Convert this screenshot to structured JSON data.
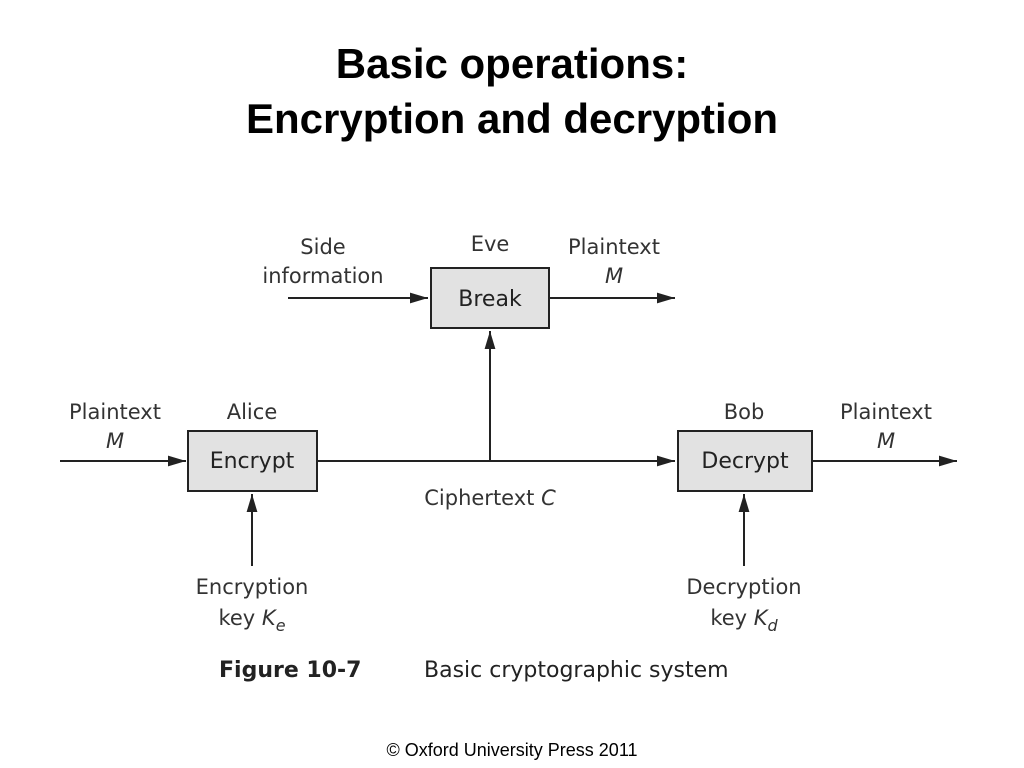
{
  "slide": {
    "title_line1": "Basic operations:",
    "title_line2": "Encryption and decryption",
    "copyright": "© Oxford University Press 2011"
  },
  "diagram": {
    "eve": {
      "role": "Eve",
      "box": "Break"
    },
    "side_info": {
      "line1": "Side",
      "line2": "information"
    },
    "top_output": {
      "line1": "Plaintext",
      "line2": "M"
    },
    "alice": {
      "role": "Alice",
      "box": "Encrypt"
    },
    "left_input": {
      "line1": "Plaintext",
      "line2": "M"
    },
    "bob": {
      "role": "Bob",
      "box": "Decrypt"
    },
    "right_output": {
      "line1": "Plaintext",
      "line2": "M"
    },
    "channel": {
      "text": "Ciphertext ",
      "symbol": "C"
    },
    "enc_key": {
      "line1": "Encryption",
      "line2_text": "key ",
      "symbol": "K",
      "sub": "e"
    },
    "dec_key": {
      "line1": "Decryption",
      "line2_text": "key ",
      "symbol": "K",
      "sub": "d"
    },
    "caption": {
      "figure": "Figure 10-7",
      "text": "Basic cryptographic system"
    }
  },
  "colors": {
    "box_fill": "#e2e2e2",
    "line": "#222222"
  }
}
